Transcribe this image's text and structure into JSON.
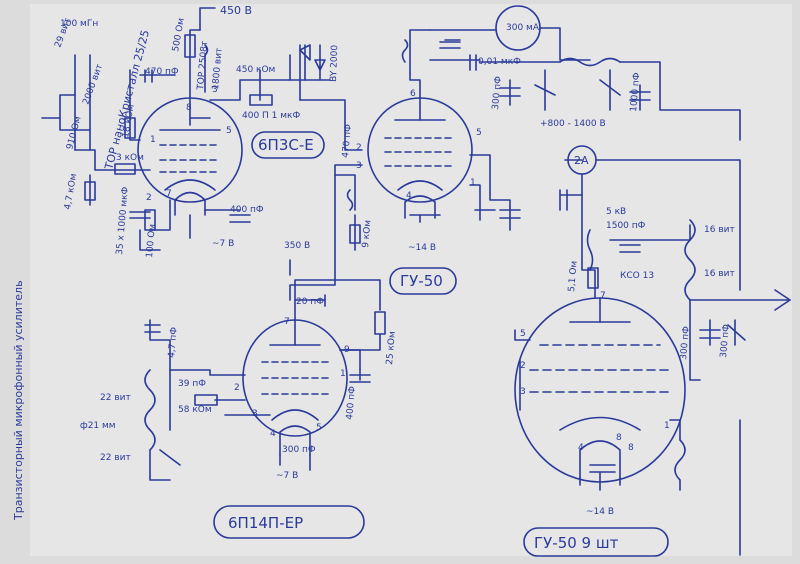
{
  "title_vertical": "Транзисторный микрофонный усилитель",
  "toroid_label": "ТОР наноКристалл 25/25",
  "tubes": {
    "t1": "6П3С-Е",
    "t2": "ГУ-50",
    "t3": "6П14П-ЕР",
    "t4": "ГУ-50 9 шт"
  },
  "labels": {
    "l1": "100 мГн",
    "l2": "29 вит",
    "l3": "2000 вит",
    "l4": "910 Ом",
    "l5": "3 кОм",
    "l6": "470 пФ",
    "l7": "18 кОм",
    "l8": "4,7 кОм",
    "l9": "500 Ом",
    "l10": "450 В",
    "l11": "ТОР 2508т",
    "l12": "1800 вит",
    "l13": "450 кОм",
    "l14": "BY 2000",
    "l15": "400 П 1 мкФ",
    "l16": "470 пФ",
    "l17": "400 пФ",
    "l18": "35 х 1000 мкФ",
    "l19": "100 Ом",
    "l20": "~7 В",
    "l21": "300 мА",
    "l22": "0,01 мкФ",
    "l23": "300 пФ",
    "l24": "1000 пФ",
    "l25": "+800 - 1400 В",
    "l26": "9 кОм",
    "l27": "~14 В",
    "l28": "2А",
    "l29": "5 кВ",
    "l30": "1500 пФ",
    "l31": "16 вит",
    "l32": "16 вит",
    "l33": "КСО 13",
    "l34": "5,1 Ом",
    "l35": "300 пФ",
    "l36": "300 пФ",
    "l37": "350 В",
    "l38": "20 пФ",
    "l39": "25 кОм",
    "l40": "400 пФ",
    "l41": "39 пФ",
    "l42": "58 кОм",
    "l43": "22 вит",
    "l44": "ф21 мм",
    "l45": "22 вит",
    "l46": "300 пФ",
    "l47": "~7 В",
    "l48": "~14 В",
    "l49": "4,7 пФ"
  },
  "pins": {
    "p1": "5",
    "p2": "1",
    "p3": "2",
    "p4": "3",
    "p5": "7",
    "p6": "8",
    "p7": "3",
    "p8": "5",
    "p9": "4",
    "p10": "2",
    "p11": "1",
    "p12": "6",
    "p13": "5",
    "p14": "2",
    "p15": "3",
    "p16": "4",
    "p17": "8",
    "p18": "1",
    "p19": "3",
    "p20": "7",
    "p21": "9",
    "p22": "2",
    "p23": "4",
    "p24": "5",
    "p25": "1",
    "p26": "7",
    "p27": "8"
  },
  "colors": {
    "ink": "#2a3a9a",
    "paper": "#dcdcdc"
  }
}
